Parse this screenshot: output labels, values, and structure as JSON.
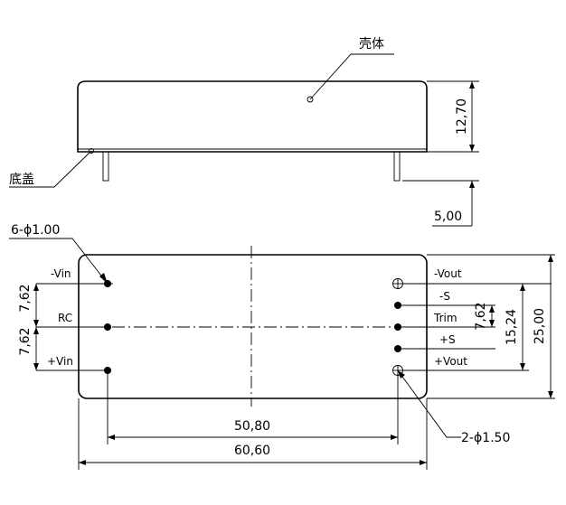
{
  "labels": {
    "shell": "壳体",
    "bottom_cover": "底盖",
    "small_holes": "6-ϕ1.00",
    "large_holes": "2-ϕ1.50"
  },
  "dimensions": {
    "height": "12,70",
    "pin_length": "5,00",
    "pin_pitch_left_top": "7,62",
    "pin_pitch_left_bottom": "7,62",
    "pin_pitch_right": "7,62",
    "sense_span": "15,24",
    "overall_width": "25,00",
    "pin_row_spacing": "50,80",
    "overall_length": "60,60"
  },
  "pins_left": [
    "-Vin",
    "RC",
    "+Vin"
  ],
  "pins_right": [
    "-Vout",
    "-S",
    "Trim",
    "+S",
    "+Vout"
  ]
}
